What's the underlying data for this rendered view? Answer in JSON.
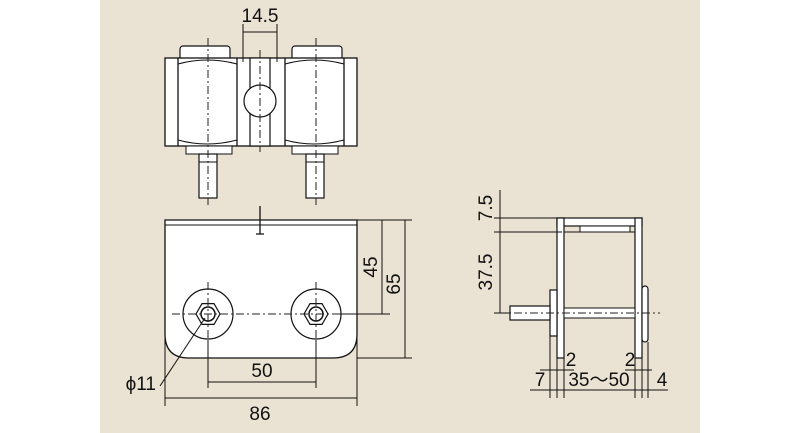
{
  "drawing": {
    "background_color": "#eae3d3",
    "part_color": "#ffffff",
    "line_color": "#111111"
  },
  "dimensions": {
    "top_width": "14.5",
    "front_height_inner": "45",
    "front_height_total": "65",
    "hole_pitch": "50",
    "hole_diameter": "ϕ11",
    "overall_width": "86",
    "side_top": "7.5",
    "side_height": "37.5",
    "side_thickness_left": "2",
    "side_thickness_right": "2",
    "side_stud": "7",
    "side_range": "35～50",
    "side_right": "4"
  }
}
